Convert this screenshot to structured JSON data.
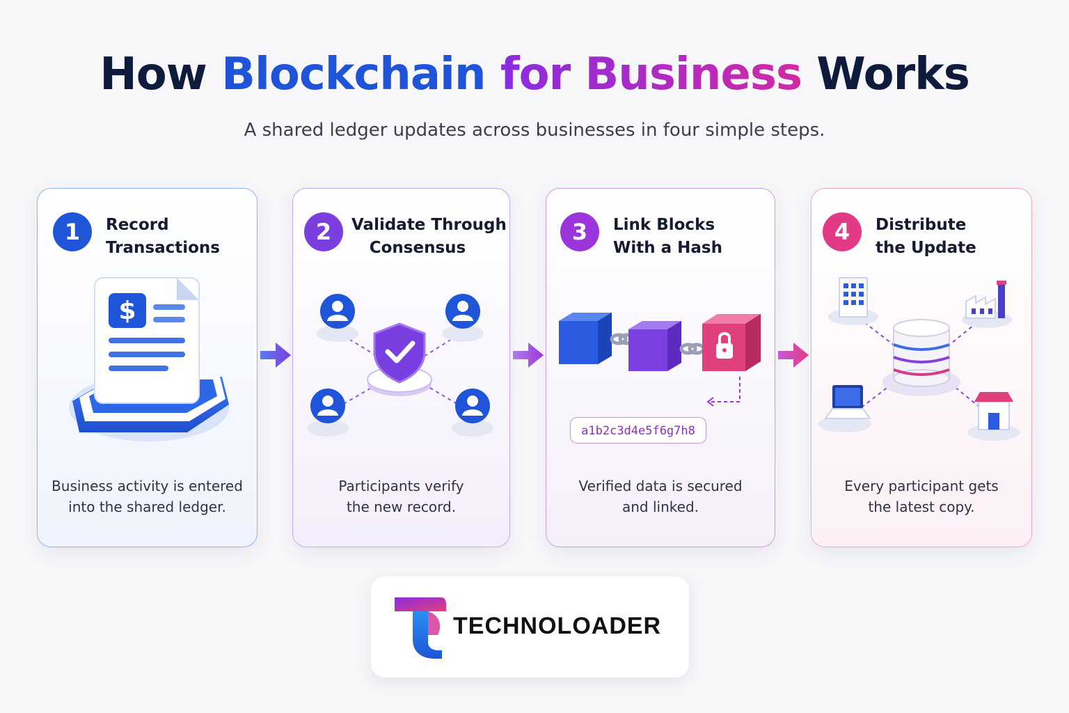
{
  "header": {
    "title_parts": [
      "How",
      "Blockchain",
      "for Business",
      "Works"
    ],
    "subtitle": "A shared ledger updates across businesses in four simple steps."
  },
  "steps": [
    {
      "number": "1",
      "title_line1": "Record",
      "title_line2": "Transactions",
      "desc_line1": "Business activity is entered",
      "desc_line2": "into the shared ledger.",
      "color": "#1e55d9"
    },
    {
      "number": "2",
      "title_line1": "Validate Through",
      "title_line2": "Consensus",
      "desc_line1": "Participants verify",
      "desc_line2": "the new record.",
      "color": "#7b3fe0"
    },
    {
      "number": "3",
      "title_line1": "Link Blocks",
      "title_line2": "With a Hash",
      "desc_line1": "Verified data is secured",
      "desc_line2": "and linked.",
      "color": "#9b35dc",
      "hash": "a1b2c3d4e5f6g7h8"
    },
    {
      "number": "4",
      "title_line1": "Distribute",
      "title_line2": "the Update",
      "desc_line1": "Every participant gets",
      "desc_line2": "the latest copy.",
      "color": "#e23a86"
    }
  ],
  "icons": {
    "step1": "document-dollar-icon",
    "step2": "shield-check-icon",
    "step3": "chained-blocks-icon",
    "step4": "database-network-icon"
  },
  "logo": {
    "text": "TECHNOLOADER"
  }
}
